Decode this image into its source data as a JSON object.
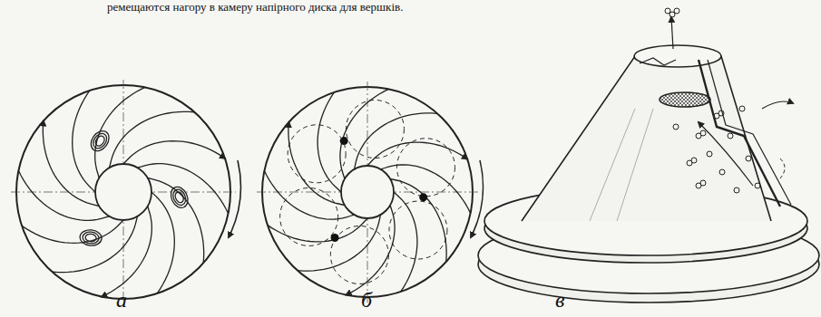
{
  "diagram": {
    "labels": [
      "ремещаются нагору в камеру напірного диска для вершків.",
      "а",
      "б",
      "в"
    ]
  }
}
